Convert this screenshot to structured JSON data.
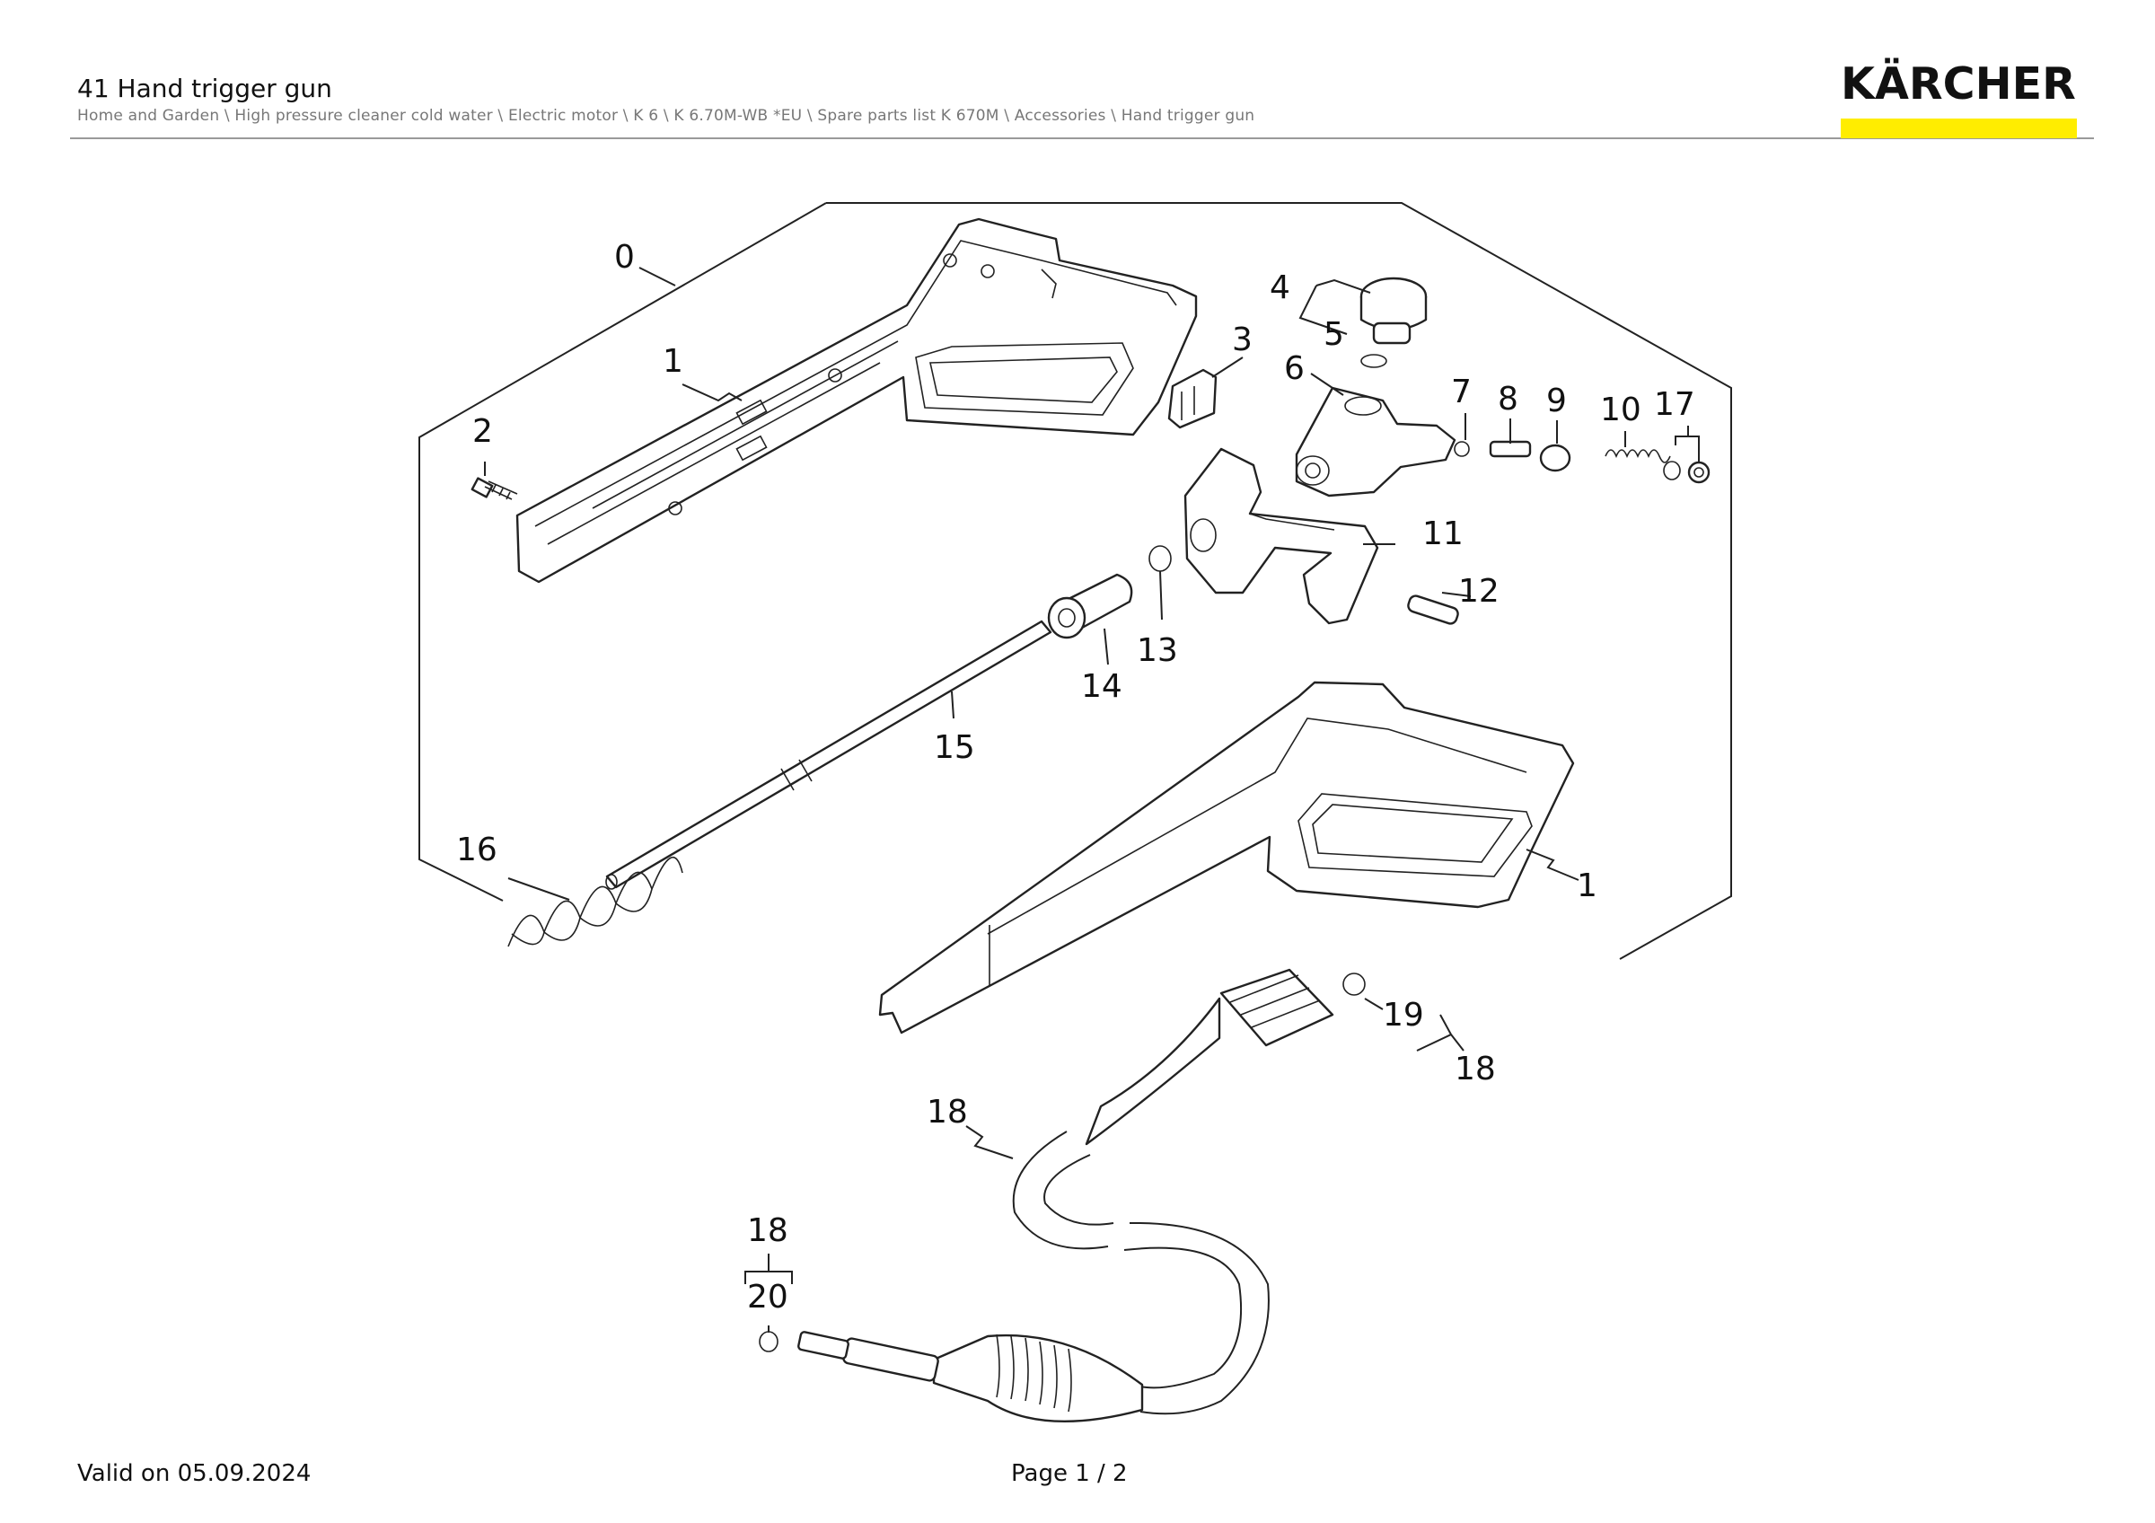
{
  "header": {
    "title": "41 Hand trigger gun",
    "breadcrumb": "Home and Garden \\ High pressure cleaner cold water \\ Electric motor \\ K 6 \\ K 6.70M-WB *EU \\ Spare parts list K 670M \\ Accessories \\ Hand trigger gun",
    "logo_text": "KÄRCHER",
    "logo_bar_color": "#ffed00"
  },
  "diagram": {
    "labels": {
      "p0": "0",
      "p1_top": "1",
      "p2": "2",
      "p3": "3",
      "p4": "4",
      "p5": "5",
      "p6": "6",
      "p7": "7",
      "p8": "8",
      "p9": "9",
      "p10": "10",
      "p11": "11",
      "p12": "12",
      "p13": "13",
      "p14": "14",
      "p15": "15",
      "p16": "16",
      "p17": "17",
      "p1_bottom": "1",
      "p19": "19",
      "p18_right": "18",
      "p18_hose": "18",
      "p18_left": "18",
      "p20": "20"
    }
  },
  "footer": {
    "valid_on": "Valid on 05.09.2024",
    "page": "Page 1 / 2"
  }
}
